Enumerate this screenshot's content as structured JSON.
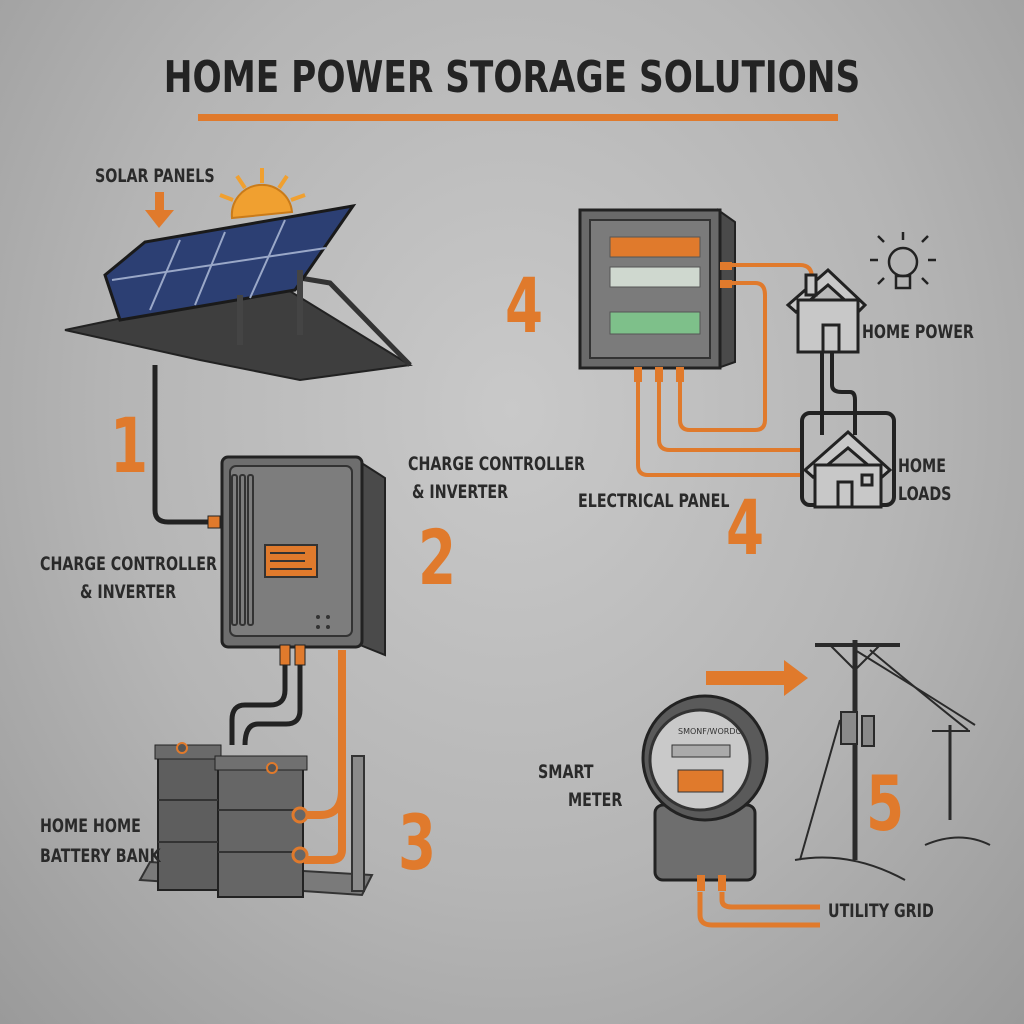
{
  "title": "HOME POWER STORAGE SOLUTIONS",
  "colors": {
    "accent": "#e07a2c",
    "text": "#2a2a2a",
    "background": "#b8b8b8",
    "panel_blue": "#2c3f73"
  },
  "components": [
    {
      "step": "1",
      "label": "SOLAR PANELS",
      "icon": "solar-panel-icon"
    },
    {
      "step": "2",
      "label_right": [
        "CHARGE CONTROLLER",
        "& INVERTER"
      ],
      "label_left": [
        "CHARGE CONTROLLER",
        "& INVERTER"
      ],
      "icon": "inverter-icon"
    },
    {
      "step": "3",
      "label": [
        "HOME HOME",
        "BATTERY BANK"
      ],
      "icon": "battery-icon"
    },
    {
      "step": "4",
      "label": "ELECTRICAL PANEL",
      "icon": "electrical-panel-icon",
      "step_repeat": "4"
    },
    {
      "step": "",
      "label": "HOME POWER",
      "icon": "house-lightbulb-icon"
    },
    {
      "step": "",
      "label": [
        "HOME",
        "LOADS"
      ],
      "icon": "house-icon"
    },
    {
      "step": "",
      "label": [
        "SMART",
        "METER"
      ],
      "icon": "smart-meter-icon",
      "meter_face_text": "SMONF/WORDO"
    },
    {
      "step": "5",
      "label": "UTILITY GRID",
      "icon": "utility-pole-icon"
    }
  ]
}
